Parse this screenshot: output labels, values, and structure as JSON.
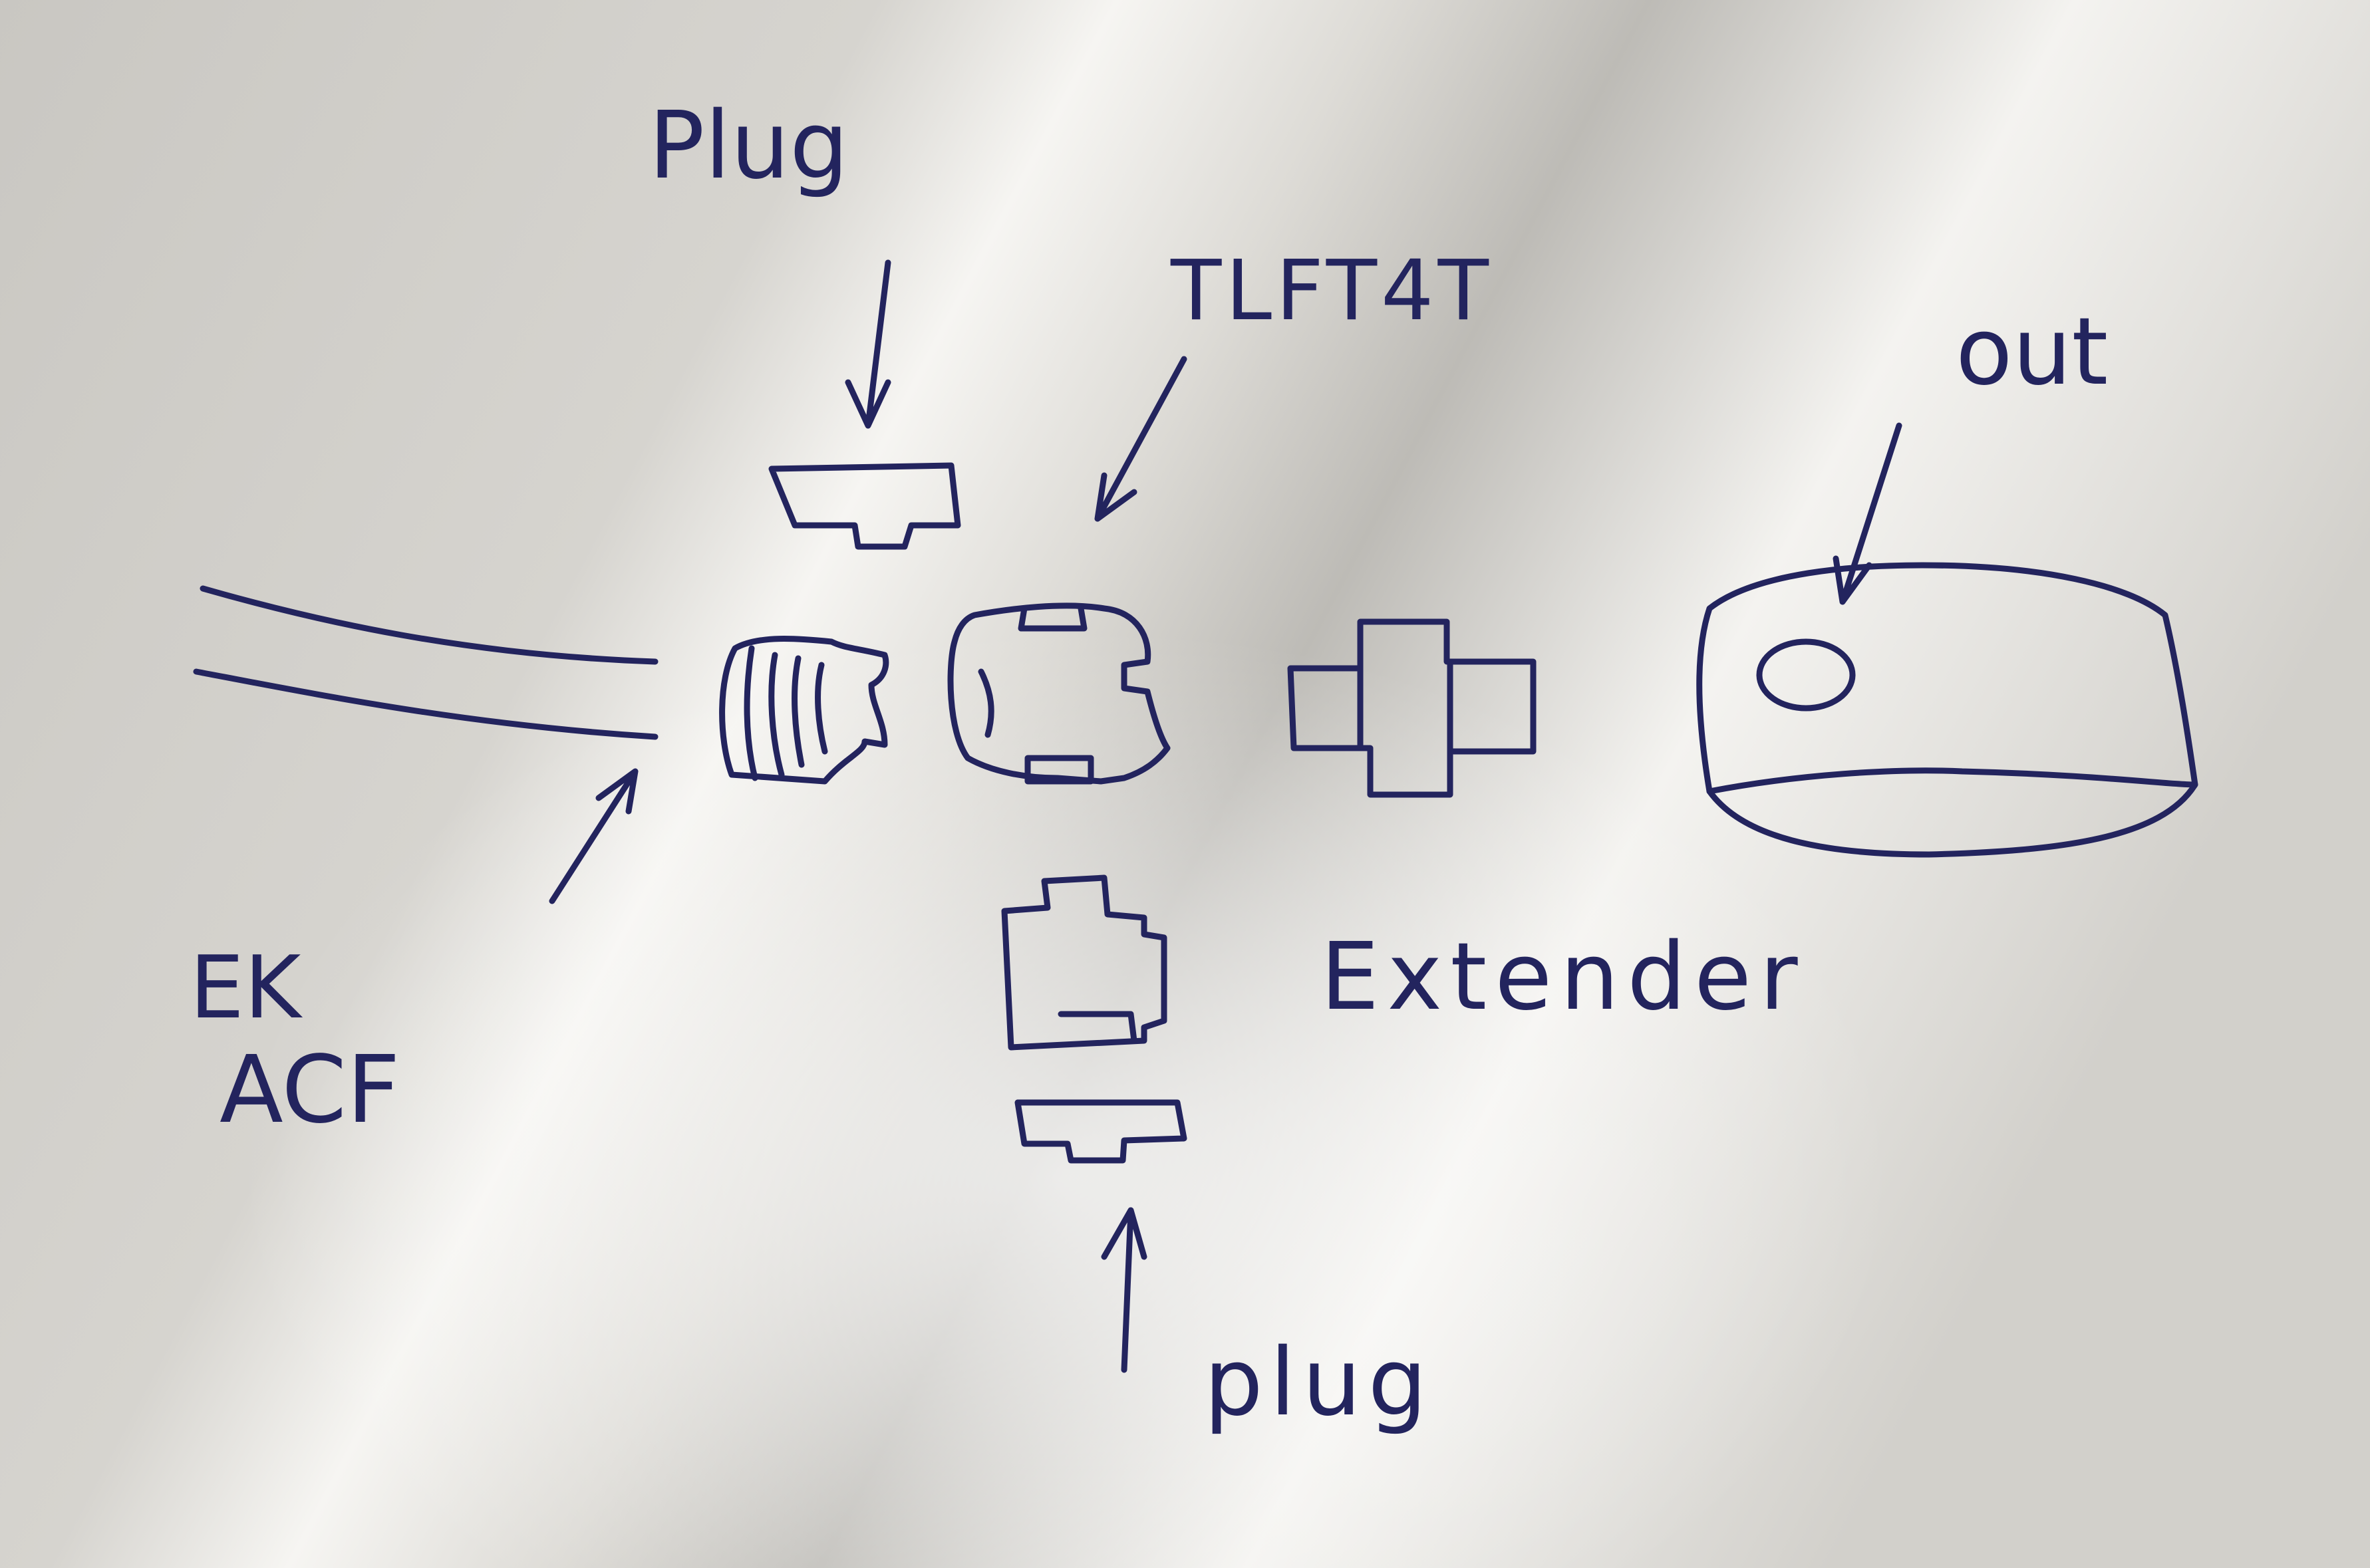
{
  "colors": {
    "ink": "#23245e",
    "paper_light": "#f4f3f0",
    "paper_shadow": "#a9a7a2"
  },
  "labels": {
    "plug_top": "Plug",
    "connector": "TLFT4T",
    "out": "out",
    "cable_line1": "EK",
    "cable_line2": "ACF",
    "extender": "Extender",
    "plug_bottom": "plug"
  }
}
